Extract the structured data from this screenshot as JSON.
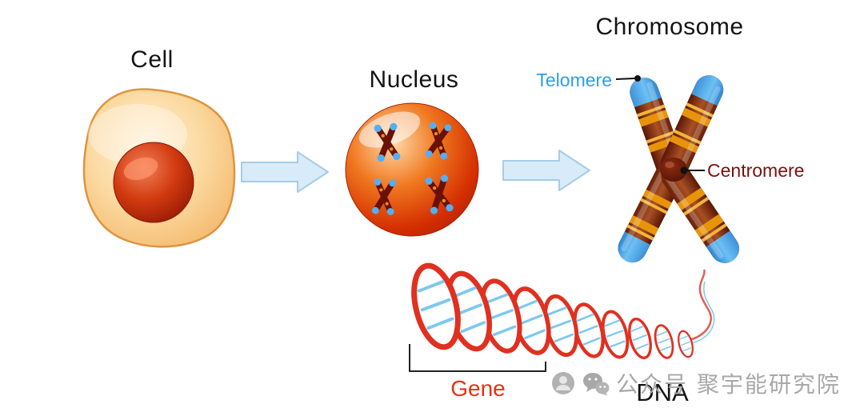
{
  "labels": {
    "cell": "Cell",
    "nucleus": "Nucleus",
    "chromosome": "Chromosome",
    "telomere": "Telomere",
    "centromere": "Centromere",
    "gene": "Gene",
    "dna": "DNA"
  },
  "watermark": {
    "text": "公众号 聚宇能研究院"
  },
  "colors": {
    "telomere_label": "#2e9ee0",
    "centromere_label": "#7a1010",
    "gene_label": "#e53118",
    "arrow_fill": "#d8ebf8",
    "arrow_stroke": "#a6cce8",
    "chromosome_body": "#7c2a10",
    "chromosome_band": "#e8940a",
    "telomere_tip": "#4fa8e8",
    "dna_strand": "#e03020",
    "dna_rung": "#7ec8f0",
    "watermark_gray": "#a8a8a8"
  },
  "icons": {
    "wechat_icon": "chat-bubbles",
    "avatar_icon": "person-circle"
  }
}
